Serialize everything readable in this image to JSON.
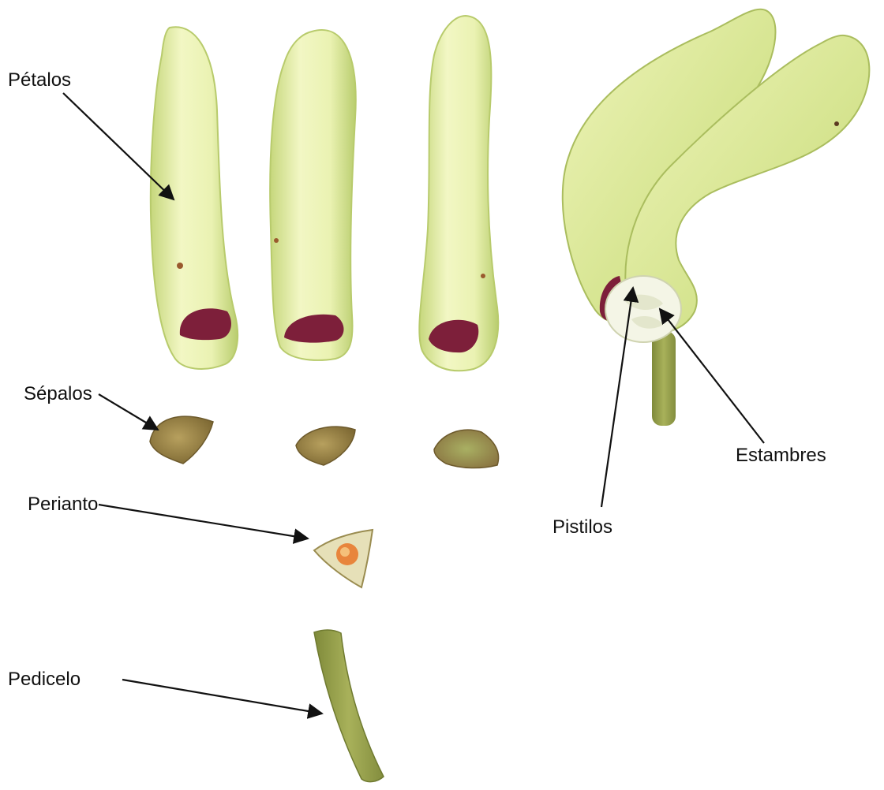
{
  "labels": {
    "petalos": "Pétalos",
    "sepalos": "Sépalos",
    "perianto": "Perianto",
    "pedicelo": "Pedicelo",
    "pistilos": "Pistilos",
    "estambres": "Estambres"
  },
  "colors": {
    "petal_light": "#f2f7c4",
    "petal_mid": "#dbe89a",
    "petal_shadow": "#b6c96a",
    "petal_base": "#7d1f3a",
    "sepal": "#a98f4c",
    "sepal_green": "#8e9a4c",
    "pedicel": "#9aa24e",
    "perianth_orange": "#e8853c",
    "pistil_white": "#f4f5e6",
    "arrow": "#111111"
  },
  "icons": {
    "petal": "petal-illustration",
    "sepal": "sepal-illustration",
    "perianth": "perianth-illustration",
    "pedicel": "pedicel-illustration",
    "flower": "flower-illustration"
  }
}
